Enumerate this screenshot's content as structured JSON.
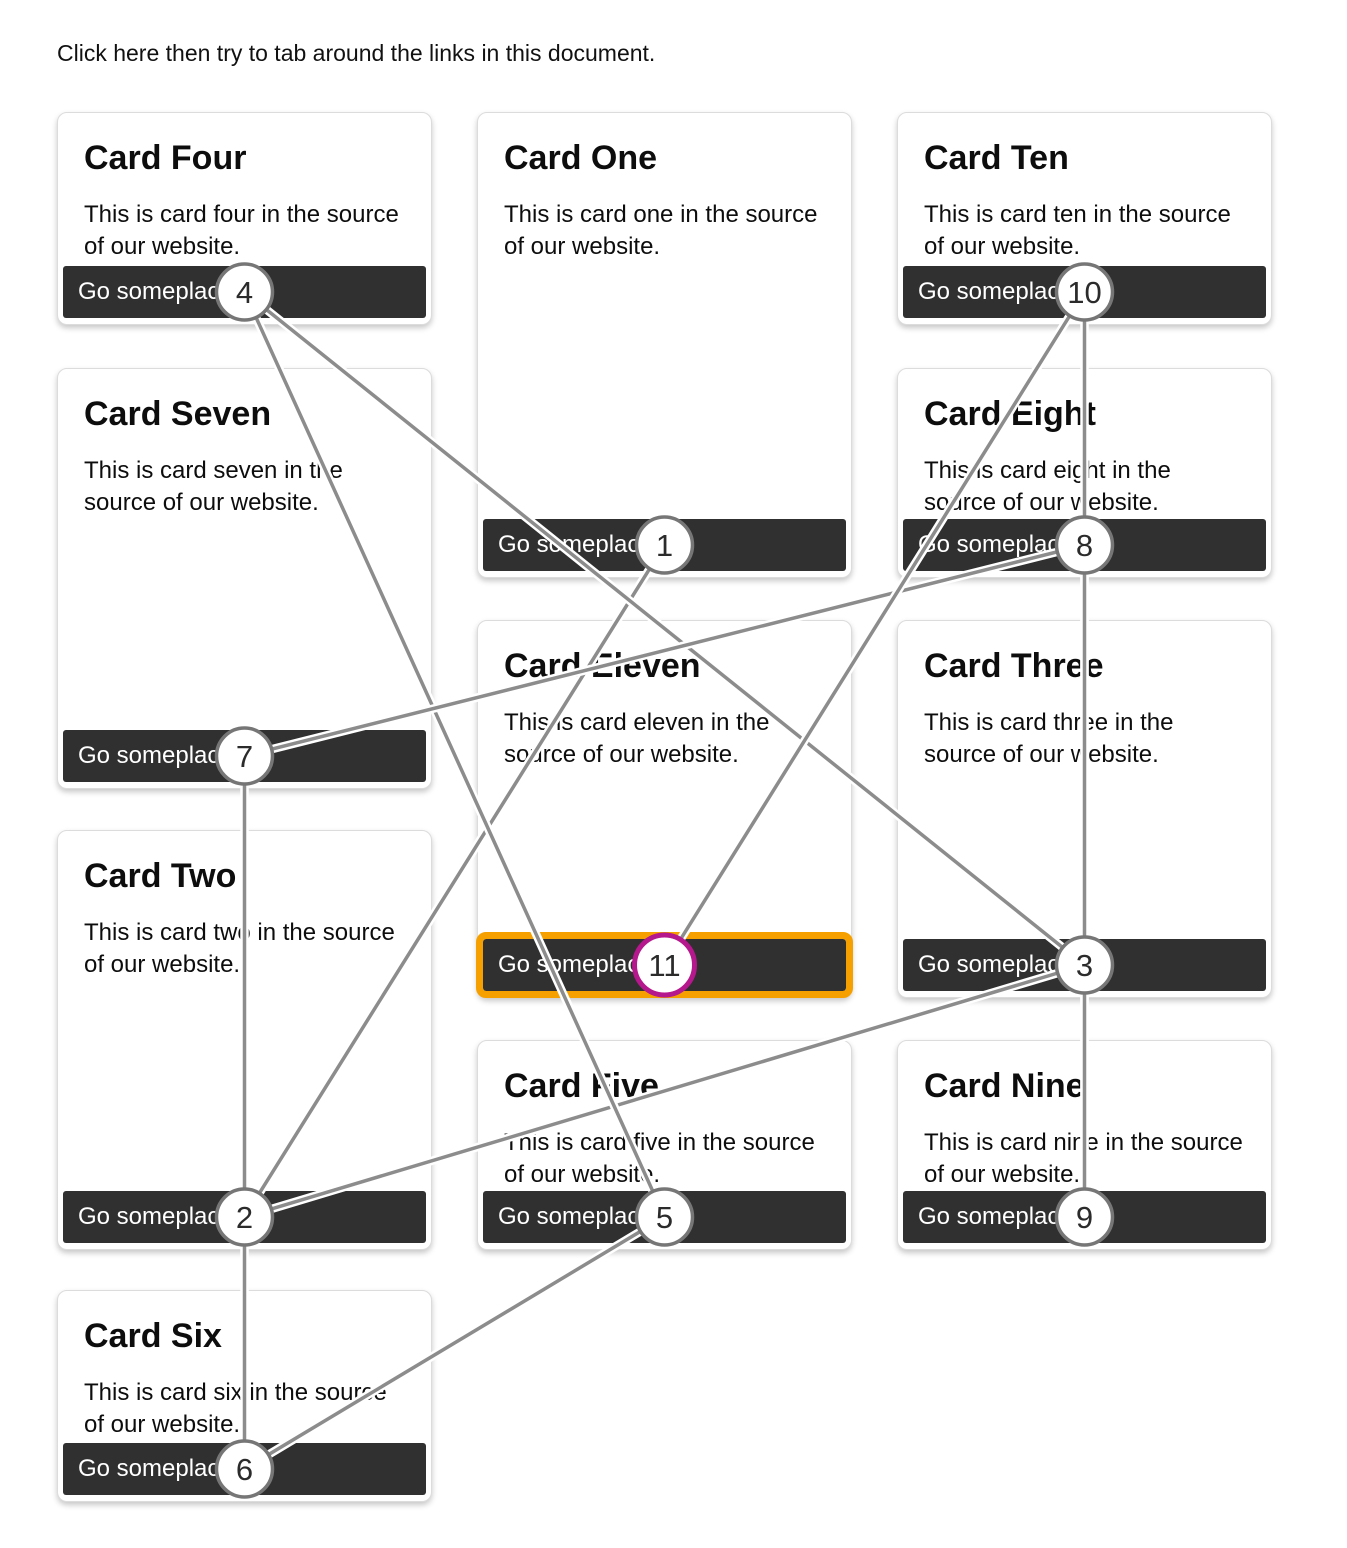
{
  "page": {
    "intro": "Click here then try to tab around the links in this document."
  },
  "colors": {
    "button_bg": "#303030",
    "button_text": "#ffffff",
    "card_border": "#dcdcdc",
    "focus_ring": "#f6a000",
    "tab_line": "#8c8c8c",
    "tab_line_casing": "#ffffff",
    "tab_circle_border": "#767676",
    "tab_circle_fill": "#ffffff",
    "tab_circle_number": "#2b2b2b",
    "tab_current_circle_border": "#b4188c"
  },
  "cards": [
    {
      "title": "Card Four",
      "body": "This is card four in the source of our website.",
      "button_label": "Go someplace",
      "tab_stop": 4,
      "focused": false
    },
    {
      "title": "Card Seven",
      "body": "This is card seven in the source of our website.",
      "button_label": "Go someplace",
      "tab_stop": 7,
      "focused": false
    },
    {
      "title": "Card Two",
      "body": "This is card two in the source of our website.",
      "button_label": "Go someplace",
      "tab_stop": 2,
      "focused": false
    },
    {
      "title": "Card Six",
      "body": "This is card six in the source of our website.",
      "button_label": "Go someplace",
      "tab_stop": 6,
      "focused": false
    },
    {
      "title": "Card One",
      "body": "This is card one in the source of our website.",
      "button_label": "Go someplace",
      "tab_stop": 1,
      "focused": false
    },
    {
      "title": "Card Eleven",
      "body": "This is card eleven in the source of our website.",
      "button_label": "Go someplace",
      "tab_stop": 11,
      "focused": true
    },
    {
      "title": "Card Five",
      "body": "This is card five in the source of our website.",
      "button_label": "Go someplace",
      "tab_stop": 5,
      "focused": false
    },
    {
      "title": "Card Ten",
      "body": "This is card ten in the source of our website.",
      "button_label": "Go someplace",
      "tab_stop": 10,
      "focused": false
    },
    {
      "title": "Card Eight",
      "body": "This is card eight in the source of our website.",
      "button_label": "Go someplace",
      "tab_stop": 8,
      "focused": false
    },
    {
      "title": "Card Three",
      "body": "This is card three in the source of our website.",
      "button_label": "Go someplace",
      "tab_stop": 3,
      "focused": false
    },
    {
      "title": "Card Nine",
      "body": "This is card nine in the source of our website.",
      "button_label": "Go someplace",
      "tab_stop": 9,
      "focused": false
    }
  ]
}
